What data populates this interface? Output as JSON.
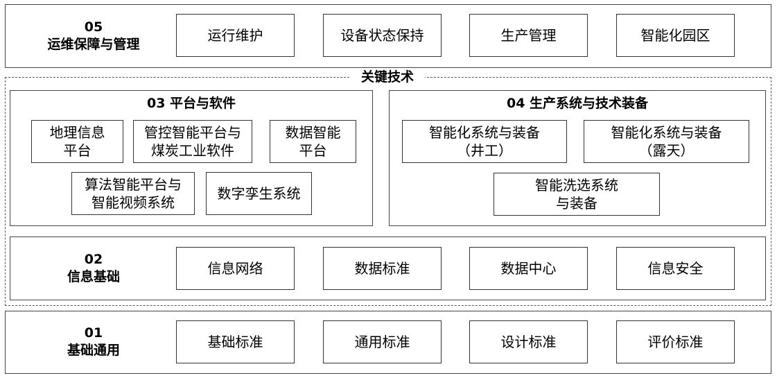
{
  "layer05": {
    "number": "05",
    "title": "运维保障与管理",
    "items": [
      "运行维护",
      "设备状态保持",
      "生产管理",
      "智能化园区"
    ]
  },
  "key_tech": {
    "label": "关键技术"
  },
  "layer03": {
    "title": "03 平台与软件",
    "items": [
      {
        "line1": "地理信息",
        "line2": "平台"
      },
      {
        "line1": "管控智能平台与",
        "line2": "煤炭工业软件"
      },
      {
        "line1": "数据智能",
        "line2": "平台"
      },
      {
        "line1": "算法智能平台与",
        "line2": "智能视频系统"
      },
      {
        "line1": "数字孪生系统"
      }
    ]
  },
  "layer04": {
    "title": "04 生产系统与技术装备",
    "items": [
      {
        "line1": "智能化系统与装备",
        "line2": "（井工）"
      },
      {
        "line1": "智能化系统与装备",
        "line2": "（露天）"
      },
      {
        "line1": "智能洗选系统",
        "line2": "与装备"
      }
    ]
  },
  "layer02": {
    "number": "02",
    "title": "信息基础",
    "items": [
      "信息网络",
      "数据标准",
      "数据中心",
      "信息安全"
    ]
  },
  "layer01": {
    "number": "01",
    "title": "基础通用",
    "items": [
      "基础标准",
      "通用标准",
      "设计标准",
      "评价标准"
    ]
  }
}
